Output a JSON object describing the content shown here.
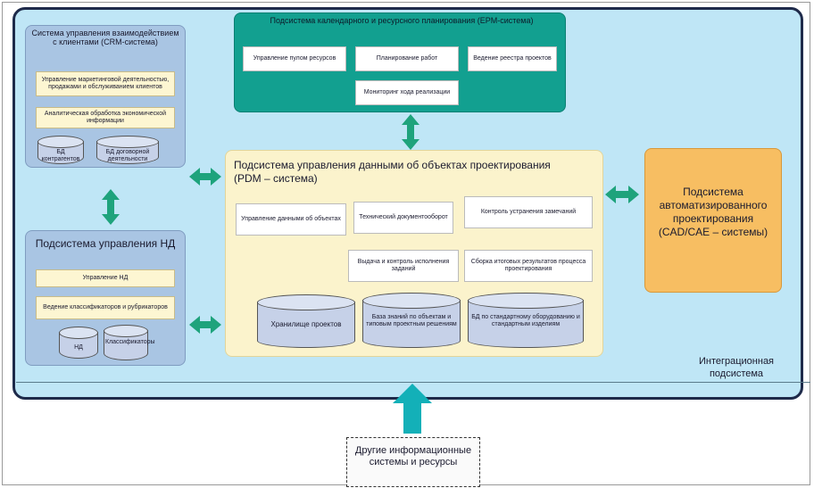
{
  "crm": {
    "title": "Система управления взаимодействием с клиентами (CRM-система)",
    "items": [
      "Управление маркетинговой деятельностью, продажами и обслуживанием клиентов",
      "Аналитическая обработка экономической информации"
    ],
    "dbs": [
      "БД контрагентов",
      "БД договорной деятельности"
    ]
  },
  "epm": {
    "title": "Подсистема календарного и ресурсного планирования (EPM-система)",
    "items": [
      "Управление пулом ресурсов",
      "Планирование работ",
      "Ведение реестра проектов",
      "Мониторинг хода реализации"
    ]
  },
  "pdm": {
    "title": "Подсистема управления данными об объектах проектирования (PDM – система)",
    "items": [
      "Управление данными об объектах",
      "Технический документооборот",
      "Контроль устранения замечаний",
      "Выдача и контроль исполнения заданий",
      "Сборка итоговых результатов процесса проектирования"
    ],
    "dbs": [
      "Хранилище проектов",
      "База знаний по объектам и типовым проектным решениям",
      "БД по стандартному оборудованию и стандартным изделиям"
    ]
  },
  "nd": {
    "title": "Подсистема управления НД",
    "items": [
      "Управление НД",
      "Ведение классификаторов и рубрикаторов"
    ],
    "dbs": [
      "НД",
      "Классификаторы"
    ]
  },
  "cad": {
    "title": "Подсистема автоматизированного проектирования (CAD/CAE – системы)"
  },
  "integration_label": "Интеграционная подсистема",
  "external": "Другие информационные системы и ресурсы",
  "colors": {
    "integration_bg": "#bfe6f6",
    "border": "#1e2a4a",
    "group_blue": "#a9c5e3",
    "teal": "#12a090",
    "pdm_bg": "#fbf3cc",
    "cad_bg": "#f7be62",
    "arrow": "#1ea37c"
  }
}
